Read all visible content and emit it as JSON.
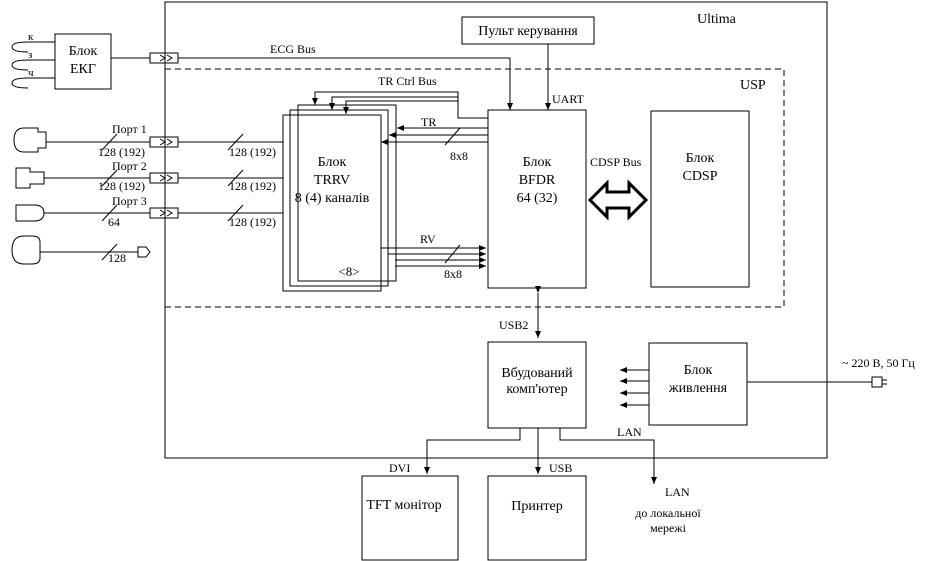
{
  "system": {
    "title": "Ultima"
  },
  "usp": {
    "label": "USP"
  },
  "ekg": {
    "line1": "Блок",
    "line2": "ЕКГ",
    "leads": [
      "к",
      "з",
      "ч"
    ]
  },
  "control_panel": {
    "label": "Пульт керування"
  },
  "buses": {
    "ecg": "ECG Bus",
    "tr_ctrl": "TR Ctrl Bus",
    "uart": "UART",
    "tr": "TR",
    "rv": "RV",
    "cdsp": "CDSP Bus",
    "usb2": "USB2",
    "dvi": "DVI",
    "usb": "USB",
    "lan_inner": "LAN",
    "lan_outer": "LAN",
    "width_8x8": "8x8"
  },
  "ports": [
    {
      "name": "Порт 1",
      "width": "128 (192)",
      "inner_width": "128 (192)"
    },
    {
      "name": "Порт 2",
      "width": "128 (192)",
      "inner_width": "128 (192)"
    },
    {
      "name": "Порт 3",
      "width": "64",
      "inner_width": "128 (192)"
    },
    {
      "name": "",
      "width": "128",
      "inner_width": ""
    }
  ],
  "trrv": {
    "line1": "Блок",
    "line2": "TRRV",
    "line3": "8 (4) каналів",
    "count": "<8>"
  },
  "bfdr": {
    "line1": "Блок",
    "line2": "BFDR",
    "line3": "64 (32)"
  },
  "cdsp": {
    "line1": "Блок",
    "line2": "CDSP"
  },
  "computer": {
    "line1": "Вбудований",
    "line2": "комп'ютер"
  },
  "power": {
    "line1": "Блок",
    "line2": "живлення",
    "mains": "~ 220 В, 50 Гц"
  },
  "monitor": {
    "label": "TFT монітор"
  },
  "printer": {
    "label": "Принтер"
  },
  "network": {
    "line1": "до локальної",
    "line2": "мережі"
  }
}
